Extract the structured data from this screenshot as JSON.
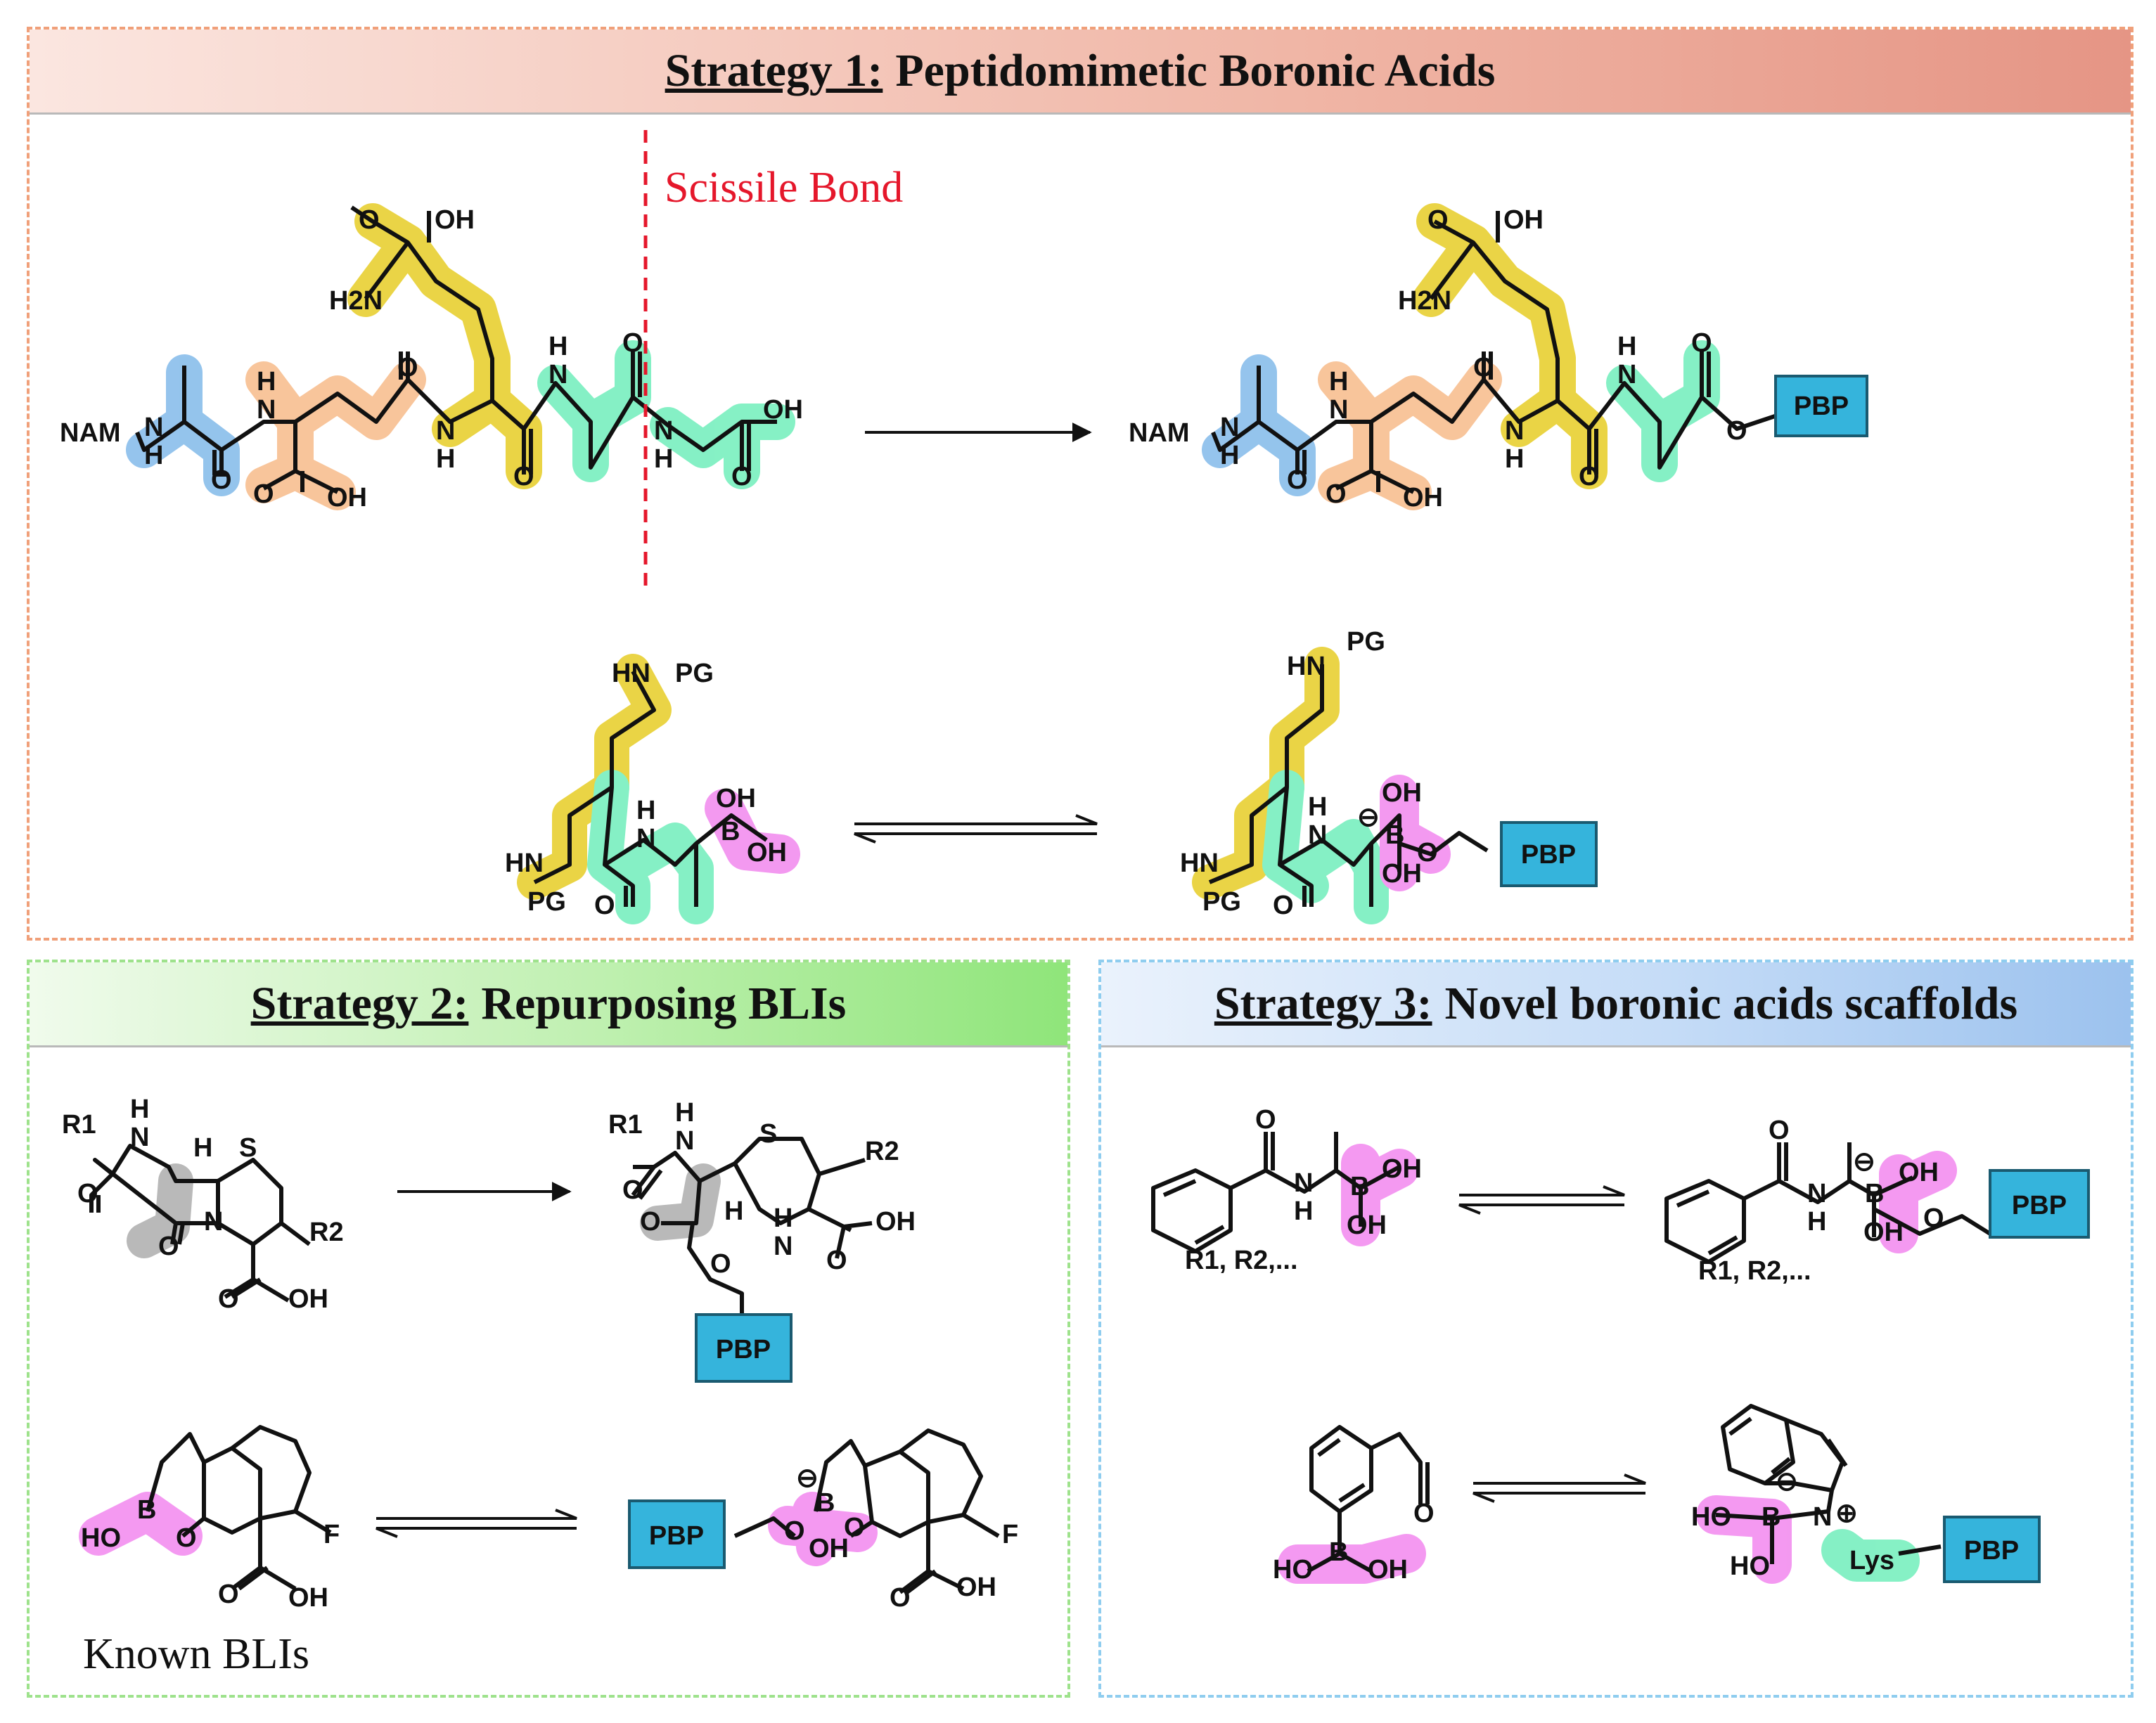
{
  "strategy1": {
    "title_prefix": "Strategy 1:",
    "title_rest": "Peptidomimetic Boronic Acids",
    "scissile_label": "Scissile  Bond"
  },
  "strategy2": {
    "title_prefix": "Strategy 2:",
    "title_rest": "Repurposing BLIs",
    "known_label": "Known BLIs"
  },
  "strategy3": {
    "title_prefix": "Strategy 3:",
    "title_rest": "Novel boronic acids scaffolds"
  },
  "atoms": {
    "nam": "NAM",
    "n": "N",
    "h": "H",
    "o": "O",
    "oh": "OH",
    "ho": "HO",
    "h2n": "H2N",
    "b": "B",
    "s": "S",
    "f": "F",
    "hn": "HN",
    "pg": "PG",
    "r1": "R1",
    "r2": "R2",
    "r_list": "R1, R2,...",
    "pbp": "PBP",
    "lys": "Lys",
    "minus": "⊖",
    "plus": "⊕"
  },
  "colors": {
    "alanine_blue": "#8fc1ec",
    "glutamate_orange": "#f8c296",
    "lysine_yellow": "#e9d23c",
    "dala_green": "#7ff0c2",
    "boron_pink": "#f394f0",
    "carbonyl_grey": "#b5b5b5",
    "pbp_box": "#35b4dc",
    "scissile_red": "#e5172b"
  }
}
